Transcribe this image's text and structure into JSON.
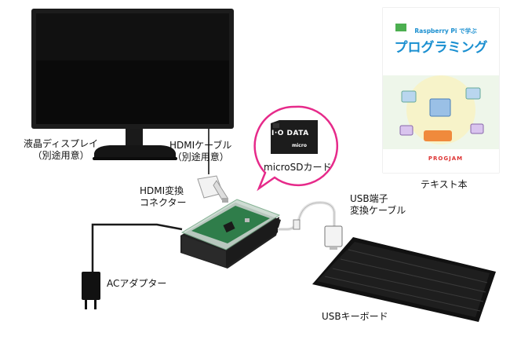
{
  "labels": {
    "display": [
      "液晶ディスプレイ",
      "（別途用意）"
    ],
    "hdmi_cable": [
      "HDMIケーブル",
      "（別途用意）"
    ],
    "microsd": "microSDカード",
    "hdmi_connector": [
      "HDMI変換",
      "コネクター"
    ],
    "usb_cable": [
      "USB端子",
      "変換ケーブル"
    ],
    "ac_adapter": "ACアダプター",
    "keyboard": "USBキーボード",
    "textbook": "テキスト本"
  },
  "book": {
    "subtitle": "Raspberry Pi で学ぶ",
    "title": "プログラミング",
    "publisher": "PROGJAM"
  },
  "sd_card": {
    "brand": "I·O DATA",
    "type": "micro"
  }
}
